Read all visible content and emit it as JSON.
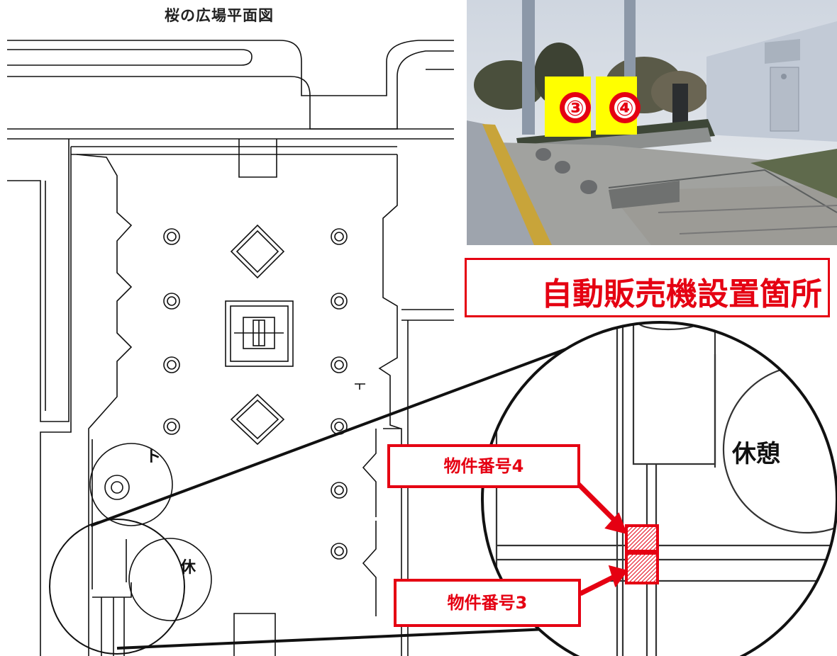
{
  "map_title": "桜の広場平面図",
  "heading": "自動販売機設置箇所",
  "photo": {
    "sign_left": "③",
    "sign_right": "④"
  },
  "plan_labels": {
    "to": "ト",
    "kyu": "休"
  },
  "zoom": {
    "rest_label": "休憩"
  },
  "callouts": {
    "item4": "物件番号4",
    "item3": "物件番号3"
  },
  "colors": {
    "accent_red": "#e50012",
    "sign_yellow": "#ffff00",
    "line": "#111111"
  }
}
